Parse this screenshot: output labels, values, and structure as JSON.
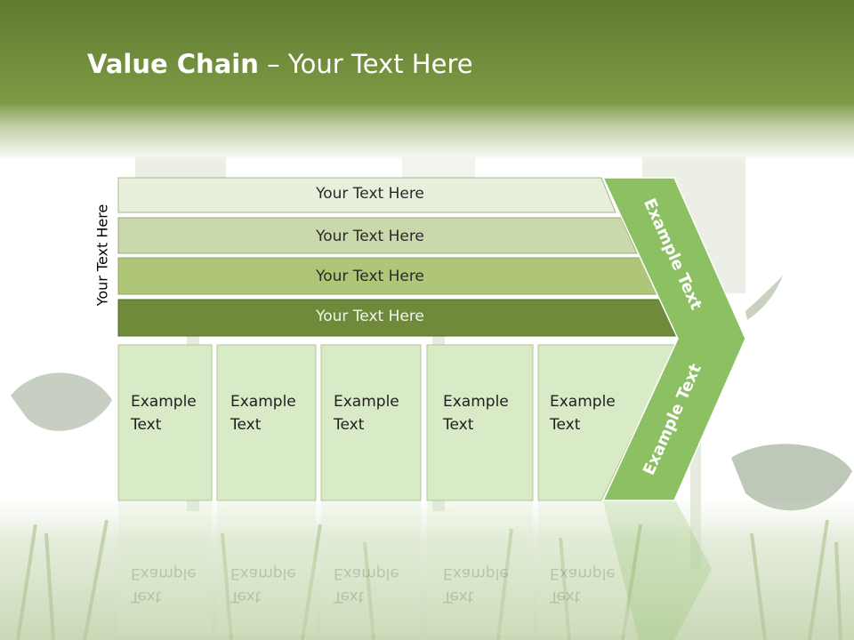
{
  "slide": {
    "title_bold": "Value Chain",
    "title_rest": " – Your Text Here",
    "side_label": "Your Text Here"
  },
  "bars": [
    {
      "label": "Your Text Here",
      "color": "#e8efdc"
    },
    {
      "label": "Your Text Here",
      "color": "#cad9ab"
    },
    {
      "label": "Your Text Here",
      "color": "#afc578"
    },
    {
      "label": "Your Text Here",
      "color": "#6f8a3a"
    }
  ],
  "columns": [
    {
      "line1": "Example",
      "line2": "Text"
    },
    {
      "line1": "Example",
      "line2": "Text"
    },
    {
      "line1": "Example",
      "line2": "Text"
    },
    {
      "line1": "Example",
      "line2": "Text"
    },
    {
      "line1": "Example",
      "line2": "Text"
    }
  ],
  "chevron": {
    "top_label": "Example Text",
    "bottom_label": "Example Text",
    "color": "#8cc063"
  },
  "colors": {
    "header": "#6b8634",
    "column_fill": "#d8eac6"
  }
}
